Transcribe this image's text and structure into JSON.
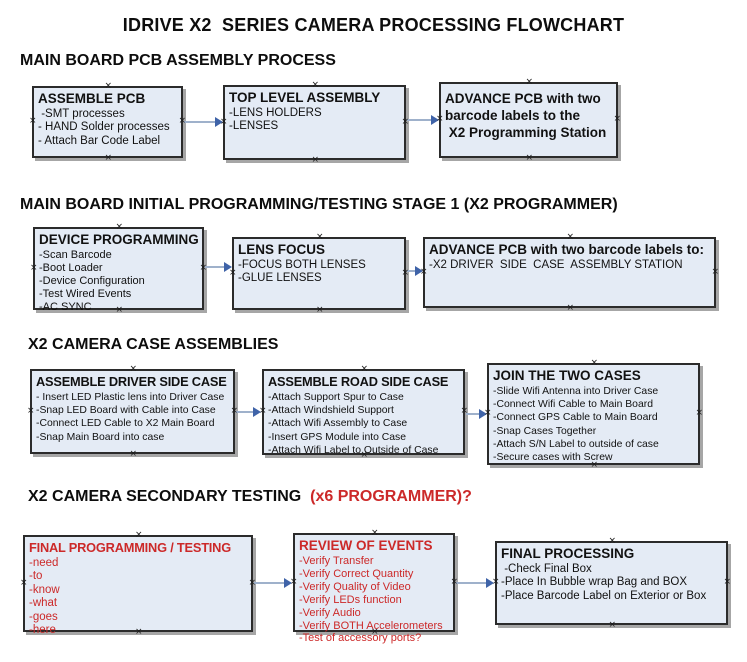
{
  "page_title": "IDRIVE X2  SERIES CAMERA PROCESSING FLOWCHART",
  "connector_handle_glyph": "×",
  "colors": {
    "box_fill": "#e4ebf5",
    "box_border": "#2b2b2b",
    "red_text": "#cc2929",
    "arrow_line": "#9fb1cb",
    "arrow_head": "#3f63a8",
    "background": "#ffffff"
  },
  "sections": [
    {
      "heading": "MAIN BOARD PCB ASSEMBLY PROCESS",
      "heading_red": "",
      "boxes": [
        {
          "title": "ASSEMBLE PCB",
          "items": [
            " -SMT processes",
            "- HAND Solder processes",
            "- Attach Bar Code Label"
          ]
        },
        {
          "title": "TOP LEVEL ASSEMBLY",
          "items": [
            "-LENS HOLDERS",
            "-LENSES"
          ]
        },
        {
          "title": "ADVANCE PCB with two barcode labels to the\n X2 Programming Station",
          "items": []
        }
      ]
    },
    {
      "heading": "MAIN BOARD INITIAL PROGRAMMING/TESTING STAGE 1 (X2 PROGRAMMER)",
      "heading_red": "",
      "boxes": [
        {
          "title": "DEVICE PROGRAMMING",
          "items": [
            "-Scan Barcode",
            "-Boot Loader",
            "-Device Configuration",
            "-Test Wired Events",
            "-AC SYNC"
          ]
        },
        {
          "title": "LENS FOCUS",
          "items": [
            "-FOCUS BOTH LENSES",
            "-GLUE LENSES"
          ]
        },
        {
          "title": "ADVANCE PCB with two barcode labels to:",
          "items": [
            "-X2 DRIVER  SIDE  CASE  ASSEMBLY STATION"
          ]
        }
      ]
    },
    {
      "heading": "X2 CAMERA CASE ASSEMBLIES",
      "heading_red": "",
      "boxes": [
        {
          "title": "ASSEMBLE DRIVER SIDE CASE",
          "items": [
            "- Insert LED Plastic lens into Driver Case",
            "-Snap LED Board with Cable into Case",
            "-Connect LED Cable to X2 Main Board",
            "-Snap Main Board into case"
          ]
        },
        {
          "title": "ASSEMBLE ROAD SIDE CASE",
          "items": [
            "-Attach Support Spur to Case",
            "-Attach Windshield Support",
            "-Attach Wifi Assembly to Case",
            "-Insert GPS Module into Case",
            "-Attach Wifi Label to Outside of Case"
          ]
        },
        {
          "title": "JOIN THE TWO CASES",
          "items": [
            "-Slide Wifi Antenna into Driver Case",
            "-Connect Wifi Cable to Main Board",
            "-Connect GPS Cable to Main Board",
            "-Snap Cases Together",
            "-Attach S/N Label to outside of case",
            "-Secure cases with Screw"
          ]
        }
      ]
    },
    {
      "heading": "X2 CAMERA SECONDARY TESTING ",
      "heading_red": " (x6 PROGRAMMER)?",
      "boxes": [
        {
          "title": "FINAL PROGRAMMING / TESTING",
          "items": [
            "-need",
            "-to",
            "-know",
            "-what",
            "-goes",
            "-here"
          ]
        },
        {
          "title": "REVIEW OF EVENTS",
          "items": [
            "-Verify Transfer",
            "-Verify Correct Quantity",
            "-Verify Quality of Video",
            "-Verify LEDs function",
            "-Verify Audio",
            "-Verify BOTH Accelerometers",
            "-Test of accessory ports?"
          ]
        },
        {
          "title": "FINAL PROCESSING",
          "items": [
            " -Check Final Box",
            "-Place In Bubble wrap Bag and BOX",
            "-Place Barcode Label on Exterior or Box"
          ]
        }
      ]
    }
  ]
}
